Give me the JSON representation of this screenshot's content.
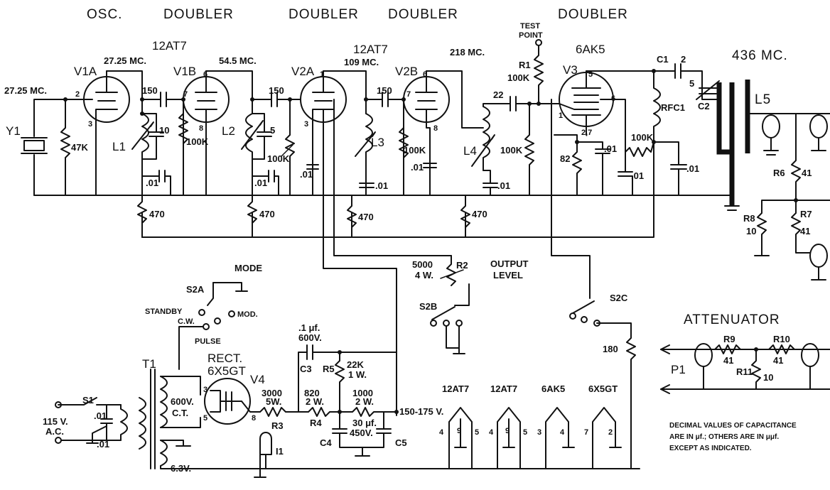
{
  "stages": {
    "osc": "OSC.",
    "dbl1": "DOUBLER",
    "dbl2": "DOUBLER",
    "dbl3": "DOUBLER",
    "dbl4": "DOUBLER"
  },
  "tubes": {
    "t1": "12AT7",
    "t2": "12AT7",
    "t3": "6AK5",
    "v1a": "V1A",
    "v1b": "V1B",
    "v2a": "V2A",
    "v2b": "V2B",
    "v3": "V3",
    "v4": "V4",
    "rect": "RECT.",
    "rect_type": "6X5GT"
  },
  "freqs": {
    "in": "27.25 MC.",
    "f1": "27.25 MC.",
    "f2": "54.5 MC.",
    "f3": "109 MC.",
    "f4": "218 MC.",
    "f5": "436 MC."
  },
  "labels": {
    "test_point": "TEST",
    "test_point2": "POINT",
    "y1": "Y1",
    "r47k": "47K",
    "c150a": "150",
    "c150b": "150",
    "c150c": "150",
    "c10": "10",
    "c5": "5",
    "c22": "22",
    "r100k_1": "100K",
    "r100k_2": "100K",
    "r100k_3": "100K",
    "r100k_4": "100K",
    "r100k_5": "100K",
    "r1_100k": "100K",
    "r1": "R1",
    "l1": "L1",
    "l2": "L2",
    "l3": "L3",
    "l4": "L4",
    "l5": "L5",
    "rfc1": "RFC1",
    "c01": ".01",
    "r470": "470",
    "r82": "82",
    "c1": "C1",
    "c2": "C2",
    "c2_val": "2",
    "c2_cap": "5",
    "r6": "R6",
    "r7": "R7",
    "r8": "R8",
    "r41": "41",
    "r10": "10",
    "pin1": "1",
    "pin2": "2",
    "pin3": "3",
    "pin5": "5",
    "pin6": "6",
    "pin7": "7",
    "pin8": "8",
    "pin27": "2,7"
  },
  "controls": {
    "mode": "MODE",
    "s2a": "S2A",
    "s2b": "S2B",
    "s2c": "S2C",
    "standby": "STANDBY",
    "cw": "C.W.",
    "mod": "MOD.",
    "pulse": "PULSE",
    "output_level": "OUTPUT",
    "output_level2": "LEVEL",
    "r2": "R2",
    "r2_val": "5000",
    "r2_w": "4 W."
  },
  "power": {
    "t1": "T1",
    "s1": "S1",
    "ac": "115 V.",
    "ac2": "A.C.",
    "c01a": ".01",
    "c01b": ".01",
    "ct": "600V.",
    "ct2": "C.T.",
    "fil": "6.3V.",
    "c3": "C3",
    "c3_val": ".1 μf.",
    "c3_v": "600V.",
    "r5": "R5",
    "r5_val": "22K",
    "r5_w": "1 W.",
    "r3": "R3",
    "r3_val": "3000",
    "r3_w": "5W.",
    "r4": "R4",
    "r4_val": "820",
    "r4_w": "2 W.",
    "r1000": "1000",
    "r1000_w": "2 W.",
    "c4": "C4",
    "c5": "C5",
    "c45_val": "30 μf.",
    "c45_v": "450V.",
    "bplus": "150-175 V.",
    "i1": "I1",
    "r180": "180"
  },
  "heaters": {
    "h1": "12AT7",
    "h2": "12AT7",
    "h3": "6AK5",
    "h4": "6X5GT",
    "p4": "4",
    "p9": "9",
    "p5": "5",
    "p3": "3",
    "p7": "7",
    "p2": "2"
  },
  "attenuator": {
    "title": "ATTENUATOR",
    "p1": "P1",
    "r9": "R9",
    "r10": "R10",
    "r11": "R11",
    "v41a": "41",
    "v41b": "41",
    "v10": "10"
  },
  "note": {
    "line1": "DECIMAL VALUES OF CAPACITANCE",
    "line2": "ARE IN μf.; OTHERS ARE IN μμf.",
    "line3": "EXCEPT AS INDICATED."
  }
}
